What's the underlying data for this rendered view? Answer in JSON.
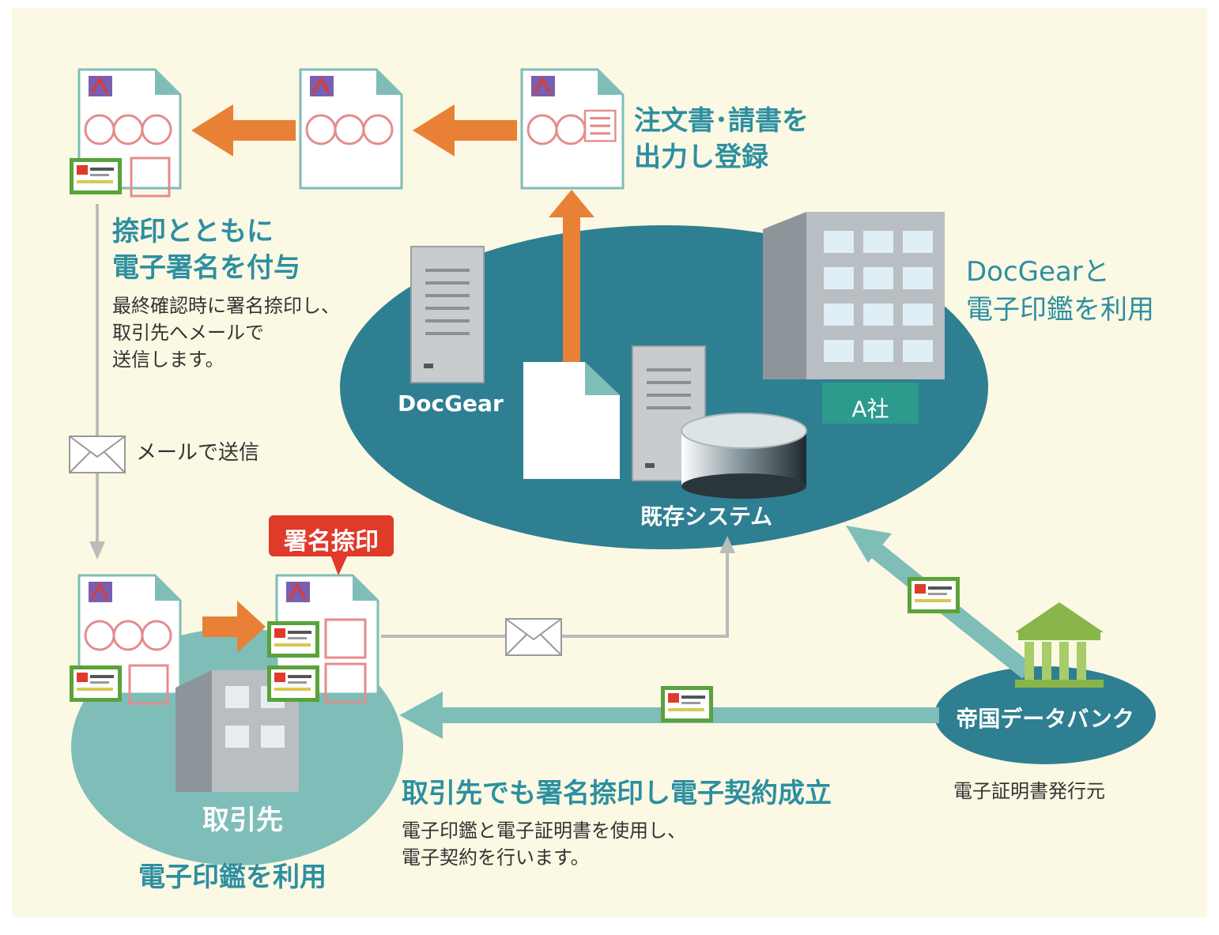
{
  "labels": {
    "register": [
      "注文書･請書を",
      "出力し登録"
    ],
    "sign_title": [
      "捺印とともに",
      "電子署名を付与"
    ],
    "sign_desc": [
      "最終確認時に署名捺印し、",
      "取引先へメールで",
      "送信します。"
    ],
    "mail_send": "メールで送信",
    "docgear": "DocGear",
    "a_company": "A社",
    "existing_system": "既存システム",
    "docgear_use": [
      "DocGearと",
      "電子印鑑を利用"
    ],
    "sign_badge": "署名捺印",
    "partner": "取引先",
    "partner_use": "電子印鑑を利用",
    "contract_title": "取引先でも署名捺印し電子契約成立",
    "contract_desc": [
      "電子印鑑と電子証明書を使用し、",
      "電子契約を行います。"
    ],
    "teikoku": "帝国データバンク",
    "issuer": "電子証明書発行元"
  },
  "colors": {
    "background": "#fbf8e4",
    "dark_teal": "#2e7f91",
    "light_teal": "#7fbdb8",
    "teal_text": "#2d8fa0",
    "orange": "#e88036",
    "red_badge": "#e03a2a",
    "green_cert": "#5aa23a",
    "stamp_red": "#e58c8c"
  }
}
